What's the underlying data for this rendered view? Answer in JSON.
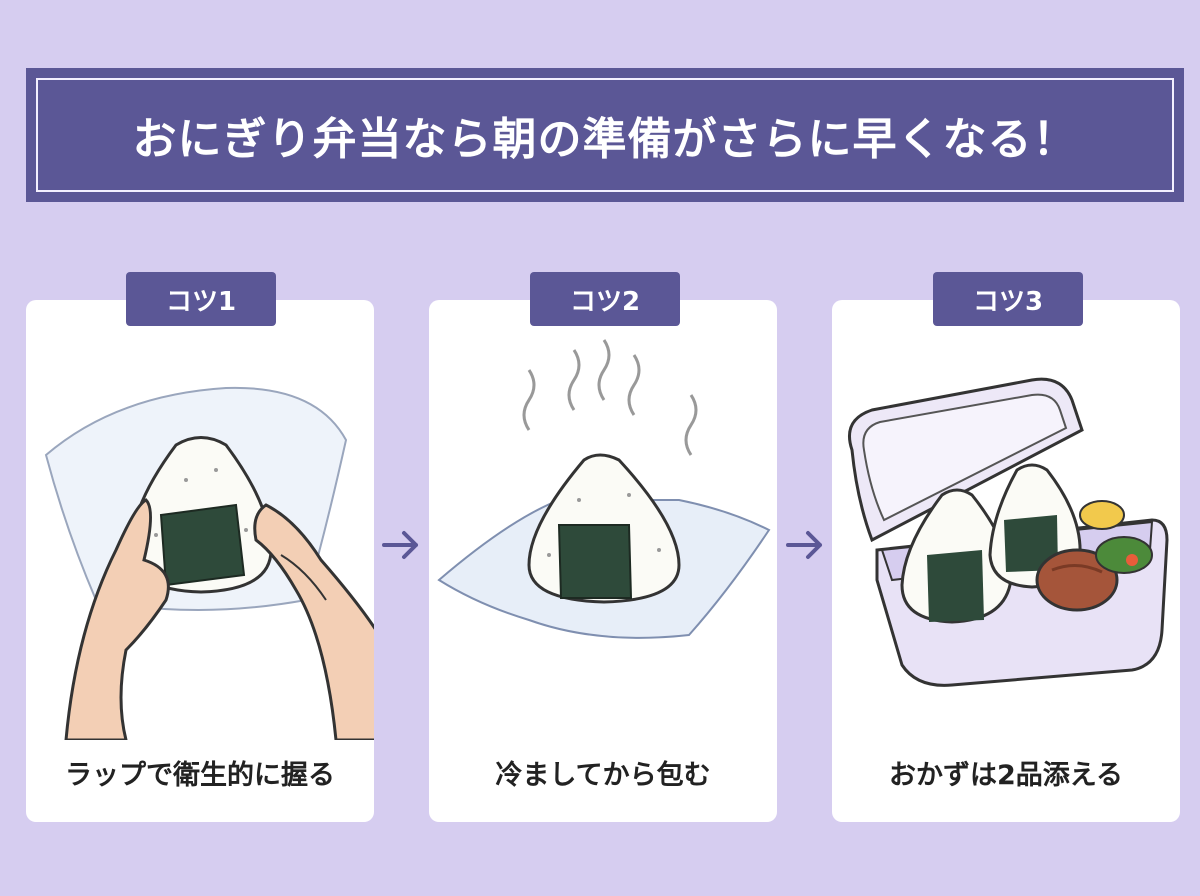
{
  "title": "おにぎり弁当なら朝の準備がさらに早くなる！",
  "tips": [
    {
      "label": "コツ1",
      "caption": "ラップで衛生的に握る",
      "icon": "hands-wrapping-onigiri-icon"
    },
    {
      "label": "コツ2",
      "caption": "冷ましてから包む",
      "icon": "steaming-onigiri-icon"
    },
    {
      "label": "コツ3",
      "caption": "おかずは2品添える",
      "icon": "bento-box-icon"
    }
  ],
  "arrow_icon": "right-arrow-icon",
  "colors": {
    "background": "#d6cdf0",
    "accent": "#5b5796",
    "card": "#ffffff",
    "text": "#222222"
  }
}
